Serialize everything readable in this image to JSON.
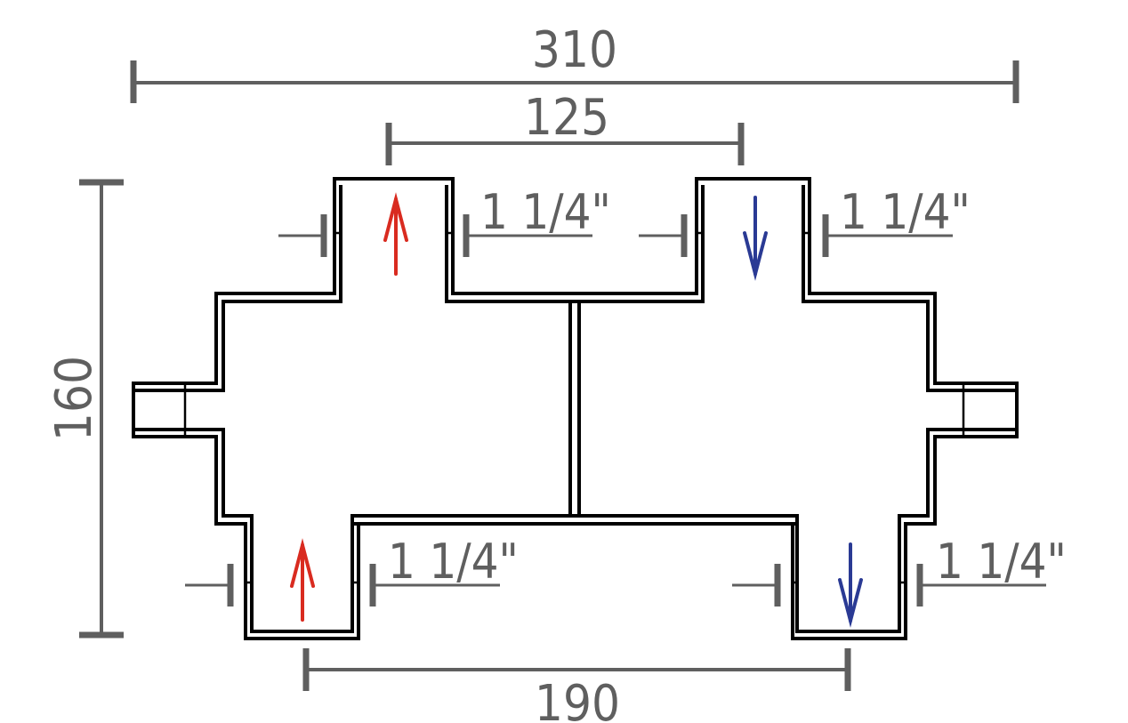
{
  "dimensions": {
    "overall_width": "310",
    "port_spacing_top": "125",
    "port_spacing_bottom": "190",
    "overall_height": "160"
  },
  "ports": [
    {
      "id": "top-left",
      "size": "1 1/4\"",
      "flow": "up"
    },
    {
      "id": "top-right",
      "size": "1 1/4\"",
      "flow": "down"
    },
    {
      "id": "bottom-left",
      "size": "1 1/4\"",
      "flow": "up"
    },
    {
      "id": "bottom-right",
      "size": "1 1/4\"",
      "flow": "down"
    }
  ],
  "colors": {
    "dimension": "#5f5f5f",
    "outline": "#000000",
    "flow_up": "#d92b20",
    "flow_down": "#2a3a94"
  }
}
